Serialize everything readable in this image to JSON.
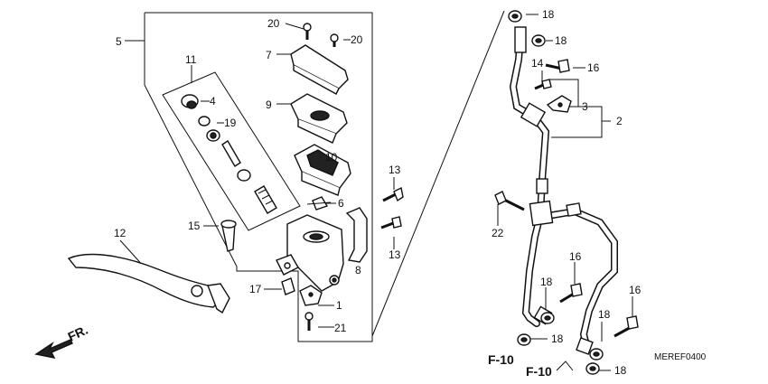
{
  "diagram_code": "MEREF0400",
  "direction_marker": "FR.",
  "ref_labels": [
    "F-10",
    "F-10"
  ],
  "part_numbers": {
    "p1": "1",
    "p2": "2",
    "p3": "3",
    "p4": "4",
    "p5": "5",
    "p6": "6",
    "p7": "7",
    "p8": "8",
    "p9": "9",
    "p10": "10",
    "p11": "11",
    "p12": "12",
    "p13": "13",
    "p14": "14",
    "p15": "15",
    "p16": "16",
    "p17": "17",
    "p18": "18",
    "p19": "19",
    "p20": "20",
    "p21": "21",
    "p22": "22"
  }
}
